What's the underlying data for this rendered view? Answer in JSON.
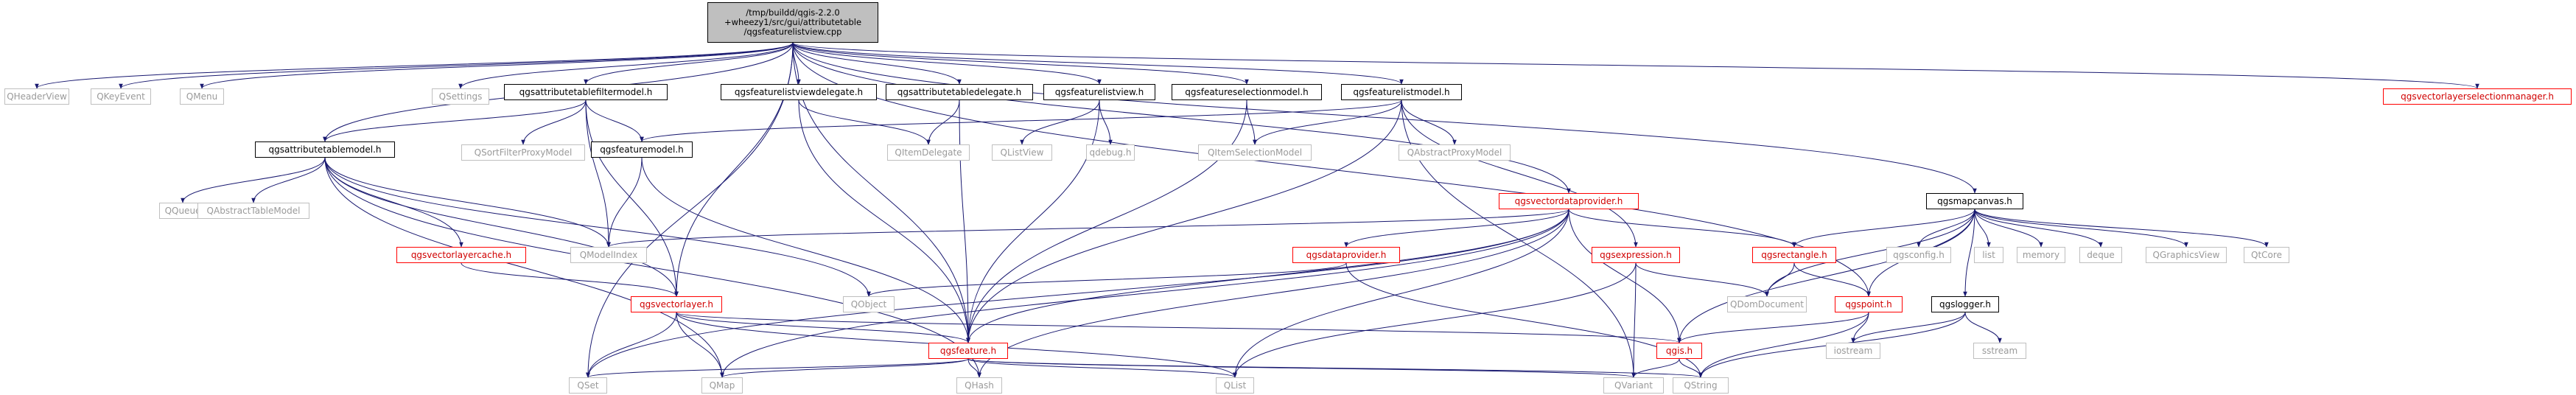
{
  "colors": {
    "edge": "#191970",
    "node_border": "#000000",
    "external_border": "#bfbfbf",
    "external_text": "#9a9a9a",
    "red_border": "#ff0000",
    "root_fill": "#bfbfbf"
  },
  "root": {
    "line1": "/tmp/buildd/qgis-2.2.0",
    "line2": "+wheezy1/src/gui/attributetable",
    "line3": "/qgsfeaturelistview.cpp"
  },
  "nodes": {
    "qheaderview": "QHeaderView",
    "qkeyevent": "QKeyEvent",
    "qmenu": "QMenu",
    "qsettings": "QSettings",
    "qgsattributetablefiltermodel": "qgsattributetablefiltermodel.h",
    "qgsfeaturelistviewdelegate": "qgsfeaturelistviewdelegate.h",
    "qgsattributetabledelegate": "qgsattributetabledelegate.h",
    "qgsfeaturelistview": "qgsfeaturelistview.h",
    "qgsfeatureselectionmodel": "qgsfeatureselectionmodel.h",
    "qgsfeaturelistmodel": "qgsfeaturelistmodel.h",
    "qgsvectorlayerselectionmanager": "qgsvectorlayerselectionmanager.h",
    "qgsattributetablemodel": "qgsattributetablemodel.h",
    "qsortfilterproxymodel": "QSortFilterProxyModel",
    "qgsfeaturemodel": "qgsfeaturemodel.h",
    "qitemdelegate": "QItemDelegate",
    "qlistview": "QListView",
    "qdebug": "qdebug.h",
    "qitemselectionmodel": "QItemSelectionModel",
    "qabstractproxymodel": "QAbstractProxyModel",
    "qgsvectordataprovider": "qgsvectordataprovider.h",
    "qgsmapcanvas": "qgsmapcanvas.h",
    "qqueue": "QQueue",
    "qabstracttablemodel": "QAbstractTableModel",
    "qgsvectorlayercache": "qgsvectorlayercache.h",
    "qmodelindex": "QModelIndex",
    "qgsdataprovider": "qgsdataprovider.h",
    "qgsexpression": "qgsexpression.h",
    "qgsrectangle": "qgsrectangle.h",
    "qgsconfig": "qgsconfig.h",
    "list": "list",
    "memory": "memory",
    "deque": "deque",
    "qgraphicsview": "QGraphicsView",
    "qtcore": "QtCore",
    "qobject": "QObject",
    "qgsvectorlayer": "qgsvectorlayer.h",
    "qdomdocument": "QDomDocument",
    "qgspoint": "qgspoint.h",
    "qgslogger": "qgslogger.h",
    "qgsfeature": "qgsfeature.h",
    "qgis": "qgis.h",
    "iostream": "iostream",
    "sstream": "sstream",
    "qset": "QSet",
    "qmap": "QMap",
    "qhash": "QHash",
    "qlist": "QList",
    "qvariant": "QVariant",
    "qstring": "QString"
  }
}
